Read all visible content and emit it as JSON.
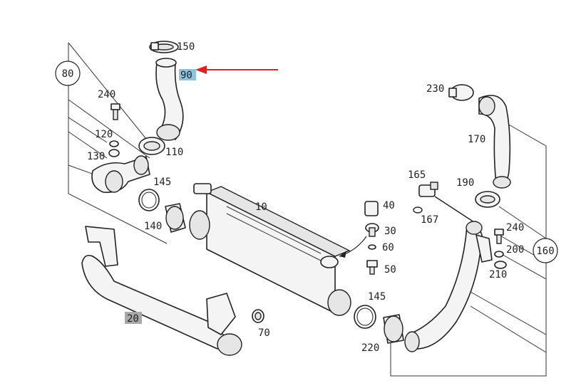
{
  "diagram": {
    "callout_numbers": {
      "group_left": "80",
      "group_right": "160"
    },
    "labels": {
      "p150": "150",
      "p90": "90",
      "p240_left": "240",
      "p120": "120",
      "p130": "130",
      "p110": "110",
      "p145_top": "145",
      "p140": "140",
      "p10": "10",
      "p40": "40",
      "p30": "30",
      "p60": "60",
      "p50": "50",
      "p145_bottom": "145",
      "p220": "220",
      "p20": "20",
      "p70": "70",
      "p230": "230",
      "p170": "170",
      "p165": "165",
      "p190": "190",
      "p167": "167",
      "p240_right": "240",
      "p200": "200",
      "p210": "210"
    },
    "highlighted_parts": [
      "90",
      "20"
    ],
    "colors": {
      "highlight_90": "#8fc3dc",
      "highlight_20": "#a9a9a9",
      "pointer_arrow": "#e0201b",
      "line_art": "#222222"
    }
  }
}
